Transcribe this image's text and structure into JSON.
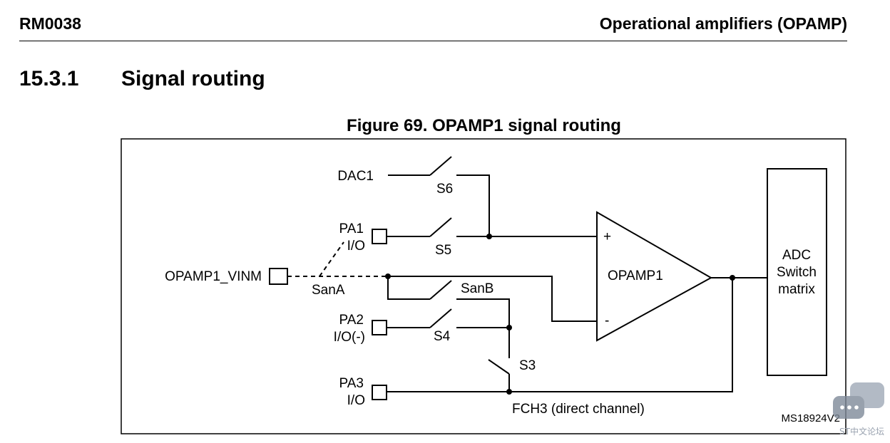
{
  "header": {
    "doc_id": "RM0038",
    "chapter": "Operational amplifiers (OPAMP)"
  },
  "section": {
    "number": "15.3.1",
    "title": "Signal routing"
  },
  "figure": {
    "caption": "Figure 69. OPAMP1 signal routing",
    "code": "MS18924V2"
  },
  "diagram": {
    "inputs": {
      "dac1": "DAC1",
      "pa1_name": "PA1",
      "pa1_type": "I/O",
      "vinm": "OPAMP1_VINM",
      "pa2_name": "PA2",
      "pa2_type": "I/O(-)",
      "pa3_name": "PA3",
      "pa3_type": "I/O"
    },
    "switches": {
      "s6": "S6",
      "s5": "S5",
      "s4": "S4",
      "s3": "S3",
      "sana": "SanA",
      "sanb": "SanB"
    },
    "opamp": {
      "name": "OPAMP1",
      "plus": "+",
      "minus": "-"
    },
    "adc": {
      "line1": "ADC",
      "line2": "Switch",
      "line3": "matrix"
    },
    "fch3": "FCH3 (direct channel)"
  },
  "watermark": {
    "text": "ST中文论坛",
    "icon": "chat-bubbles-icon"
  }
}
